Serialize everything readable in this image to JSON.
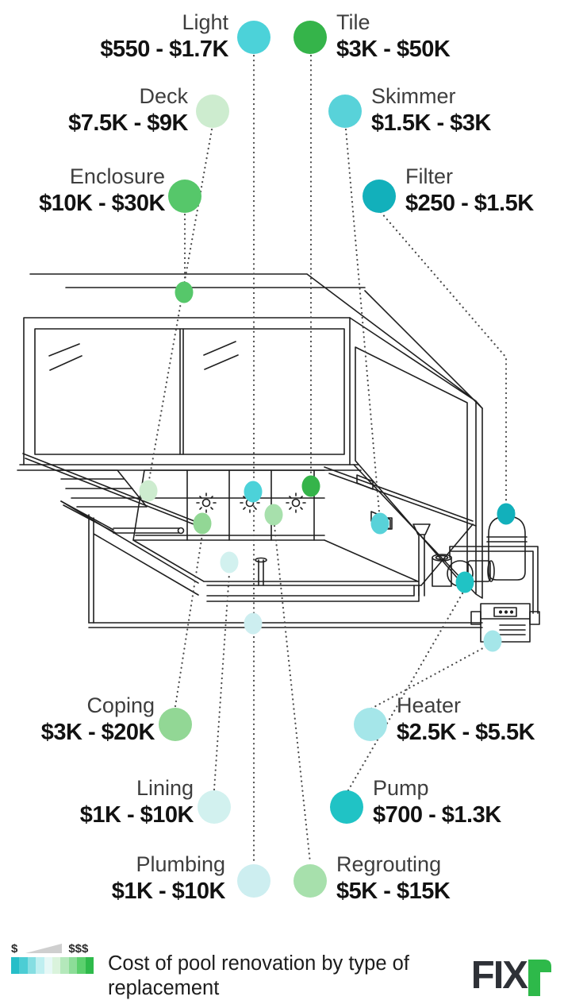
{
  "caption": {
    "text": "Cost of pool renovation by type of replacement"
  },
  "legend": {
    "min_symbol": "$",
    "max_symbol": "$$$",
    "scale_colors": [
      "#26bec8",
      "#4ccdd4",
      "#86dee2",
      "#bfeff0",
      "#e6f8f6",
      "#daf3dc",
      "#b4e8bb",
      "#8cdd98",
      "#5bd06d",
      "#2eba4b"
    ]
  },
  "brand": {
    "text": "FIX",
    "accent_letter": "r",
    "accent_color": "#2eb94a"
  },
  "items": [
    {
      "id": "light",
      "label": "Light",
      "price": "$550 - $1.7K",
      "color": "#4cd2d9"
    },
    {
      "id": "tile",
      "label": "Tile",
      "price": "$3K - $50K",
      "color": "#35b44a"
    },
    {
      "id": "deck",
      "label": "Deck",
      "price": "$7.5K - $9K",
      "color": "#cdeccf"
    },
    {
      "id": "skimmer",
      "label": "Skimmer",
      "price": "$1.5K - $3K",
      "color": "#58d2d9"
    },
    {
      "id": "enclosure",
      "label": "Enclosure",
      "price": "$10K - $30K",
      "color": "#56c76a"
    },
    {
      "id": "filter",
      "label": "Filter",
      "price": "$250 - $1.5K",
      "color": "#12b0bb"
    },
    {
      "id": "coping",
      "label": "Coping",
      "price": "$3K - $20K",
      "color": "#92d795"
    },
    {
      "id": "heater",
      "label": "Heater",
      "price": "$2.5K - $5.5K",
      "color": "#a5e6e9"
    },
    {
      "id": "lining",
      "label": "Lining",
      "price": "$1K - $10K",
      "color": "#d2f1ef"
    },
    {
      "id": "pump",
      "label": "Pump",
      "price": "$700 - $1.3K",
      "color": "#20c3c5"
    },
    {
      "id": "plumbing",
      "label": "Plumbing",
      "price": "$1K - $10K",
      "color": "#cdeef0"
    },
    {
      "id": "regrouting",
      "label": "Regrouting",
      "price": "$5K - $15K",
      "color": "#a7e0ac"
    }
  ]
}
